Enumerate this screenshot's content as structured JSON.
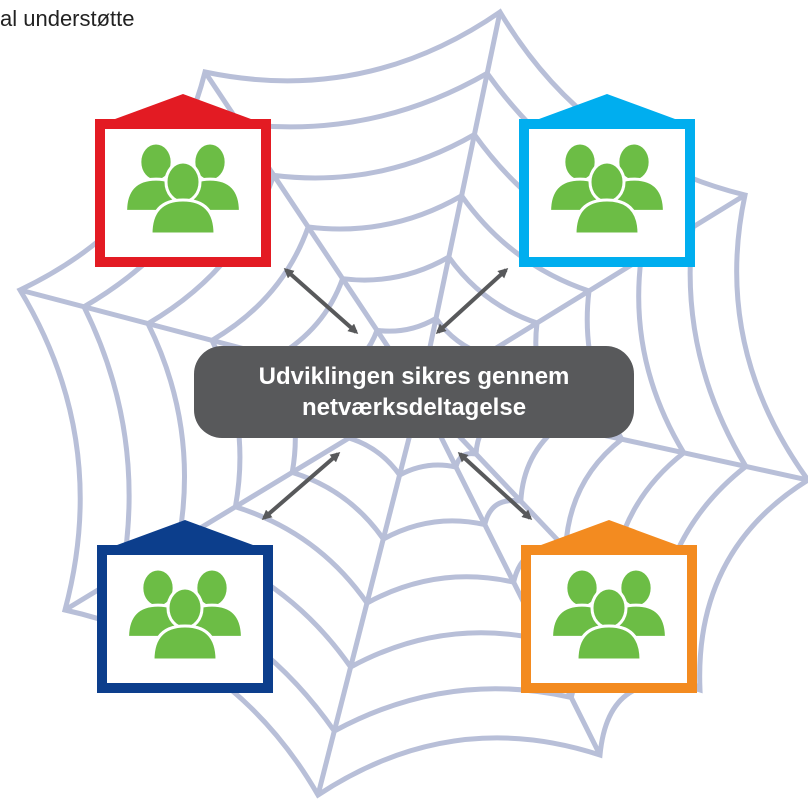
{
  "caption": "al understøtte",
  "center_box": {
    "line1": "Udviklingen sikres gennem",
    "line2": "netværksdeltagelse"
  },
  "houses": [
    {
      "id": "red",
      "color": "#e31b23"
    },
    {
      "id": "blue",
      "color": "#00aeef"
    },
    {
      "id": "navy",
      "color": "#0c3e8c"
    },
    {
      "id": "orange",
      "color": "#f38b20"
    }
  ],
  "colors": {
    "web": "#b8bfd8",
    "people": "#6cbd45",
    "arrow": "#58595b",
    "center_box": "#58595b"
  },
  "icons": [
    "people-group-icon",
    "double-arrow-icon",
    "spider-web"
  ]
}
